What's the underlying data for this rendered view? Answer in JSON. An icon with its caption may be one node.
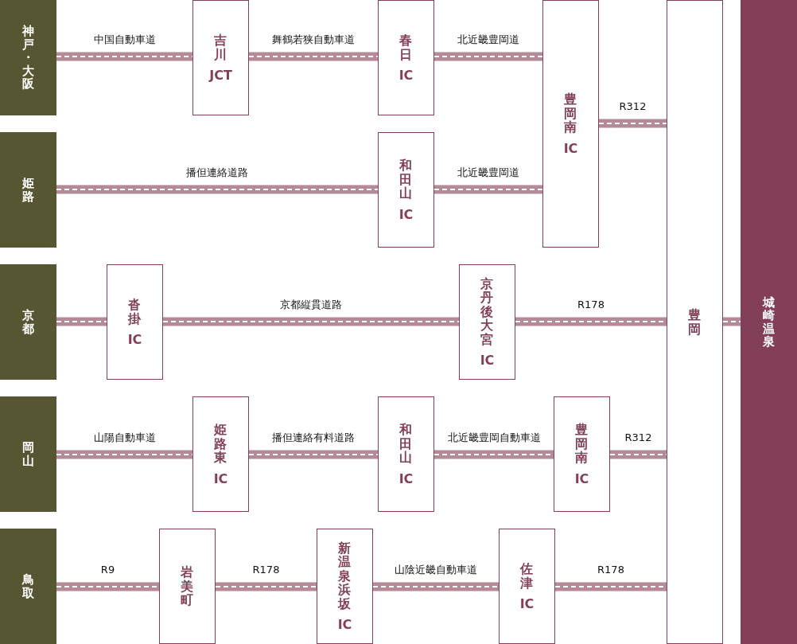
{
  "diagram": {
    "nodes": [
      {
        "text": [
          "神戸・大阪"
        ]
      },
      {
        "text": [
          "吉川",
          "JCT"
        ]
      },
      {
        "text": [
          "春日",
          "IC"
        ]
      },
      {
        "text": [
          "豊岡南",
          "IC"
        ]
      },
      {
        "text": [
          "豊岡"
        ]
      },
      {
        "text": [
          "城崎温泉"
        ]
      },
      {
        "text": [
          "姫路"
        ]
      },
      {
        "text": [
          "和田山",
          "IC"
        ]
      },
      {
        "text": [
          "京都"
        ]
      },
      {
        "text": [
          "沓掛",
          "IC"
        ]
      },
      {
        "text": [
          "京丹後大宮",
          "IC"
        ]
      },
      {
        "text": [
          "岡山"
        ]
      },
      {
        "text": [
          "姫路東",
          "IC"
        ]
      },
      {
        "text": [
          "和田山",
          "IC"
        ]
      },
      {
        "text": [
          "豊岡南",
          "IC"
        ]
      },
      {
        "text": [
          "鳥取"
        ]
      },
      {
        "text": [
          "岩美町"
        ]
      },
      {
        "text": [
          "新温泉浜坂",
          "IC"
        ]
      },
      {
        "text": [
          "佐津",
          "IC"
        ]
      }
    ],
    "edges": [
      {
        "from": 0,
        "to": 1,
        "arrow": "none",
        "label": "中国自動車道"
      },
      {
        "from": 1,
        "to": 2,
        "arrow": "none",
        "label": "舞鶴若狭自動車道"
      },
      {
        "from": 2,
        "to": 3,
        "arrow": "none",
        "label": "北近畿豊岡道"
      },
      {
        "from": 3,
        "to": 4,
        "arrow": "none",
        "label": "R312"
      },
      {
        "from": 6,
        "to": 7,
        "arrow": "none",
        "label": "播但連絡道路"
      },
      {
        "from": 7,
        "to": 3,
        "arrow": "none",
        "label": "北近畿豊岡道"
      },
      {
        "from": 8,
        "to": 9,
        "arrow": "none"
      },
      {
        "from": 9,
        "to": 10,
        "arrow": "none",
        "label": "京都縦貫道路"
      },
      {
        "from": 10,
        "to": 4,
        "arrow": "none",
        "label": "R178"
      },
      {
        "from": 4,
        "to": 5,
        "arrow": "none"
      },
      {
        "from": 11,
        "to": 12,
        "arrow": "none",
        "label": "山陽自動車道"
      },
      {
        "from": 12,
        "to": 13,
        "arrow": "none",
        "label": "播但連絡有料道路"
      },
      {
        "from": 13,
        "to": 14,
        "arrow": "none",
        "label": "北近畿豊岡自動車道"
      },
      {
        "from": 14,
        "to": 4,
        "arrow": "none",
        "label": "R312"
      },
      {
        "from": 15,
        "to": 16,
        "arrow": "none",
        "label": "R9"
      },
      {
        "from": 16,
        "to": 17,
        "arrow": "none",
        "label": "R178"
      },
      {
        "from": 17,
        "to": 18,
        "arrow": "none",
        "label": "山陰近畿自動車道"
      },
      {
        "from": 18,
        "to": 4,
        "arrow": "none",
        "label": "R178"
      }
    ]
  }
}
